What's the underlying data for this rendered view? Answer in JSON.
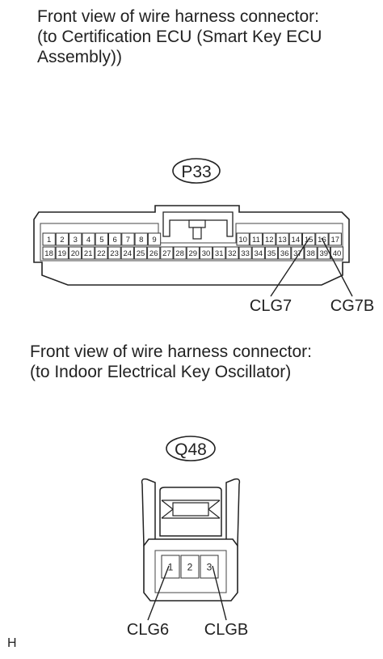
{
  "connector1": {
    "caption_lines": [
      "Front view of wire harness connector:",
      "(to Certification ECU (Smart Key ECU",
      "Assembly))"
    ],
    "id": "P33",
    "top_row_left": [
      "1",
      "2",
      "3",
      "4",
      "5",
      "6",
      "7",
      "8",
      "9"
    ],
    "top_row_right": [
      "10",
      "11",
      "12",
      "13",
      "14",
      "15",
      "16",
      "17"
    ],
    "bottom_row": [
      "18",
      "19",
      "20",
      "21",
      "22",
      "23",
      "24",
      "25",
      "26",
      "27",
      "28",
      "29",
      "30",
      "31",
      "32",
      "33",
      "34",
      "35",
      "36",
      "37",
      "38",
      "39",
      "40"
    ],
    "callouts": [
      {
        "label": "CLG7",
        "pin": "15"
      },
      {
        "label": "CG7B",
        "pin": "16"
      }
    ]
  },
  "connector2": {
    "caption_lines": [
      "Front view of wire harness connector:",
      "(to Indoor Electrical Key Oscillator)"
    ],
    "id": "Q48",
    "pins": [
      "1",
      "2",
      "3"
    ],
    "callouts": [
      {
        "label": "CLG6",
        "pin": "1"
      },
      {
        "label": "CLGB",
        "pin": "3"
      }
    ]
  },
  "reference_mark": "H"
}
